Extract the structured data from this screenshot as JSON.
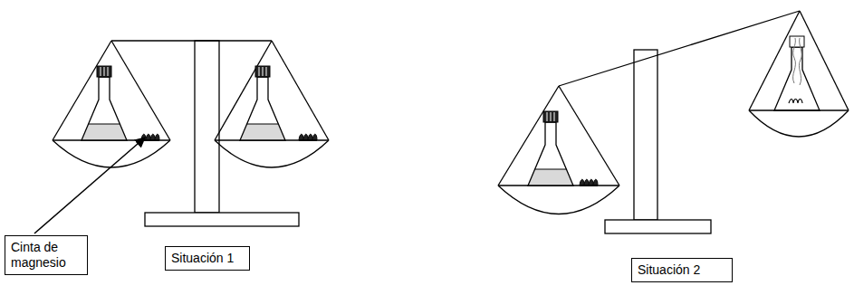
{
  "diagram": {
    "nodes": [
      {
        "text": [
          "Cinta de magnesio"
        ]
      },
      {
        "text": [
          "Situación 1"
        ]
      },
      {
        "text": [
          "Situación 2"
        ]
      }
    ]
  }
}
